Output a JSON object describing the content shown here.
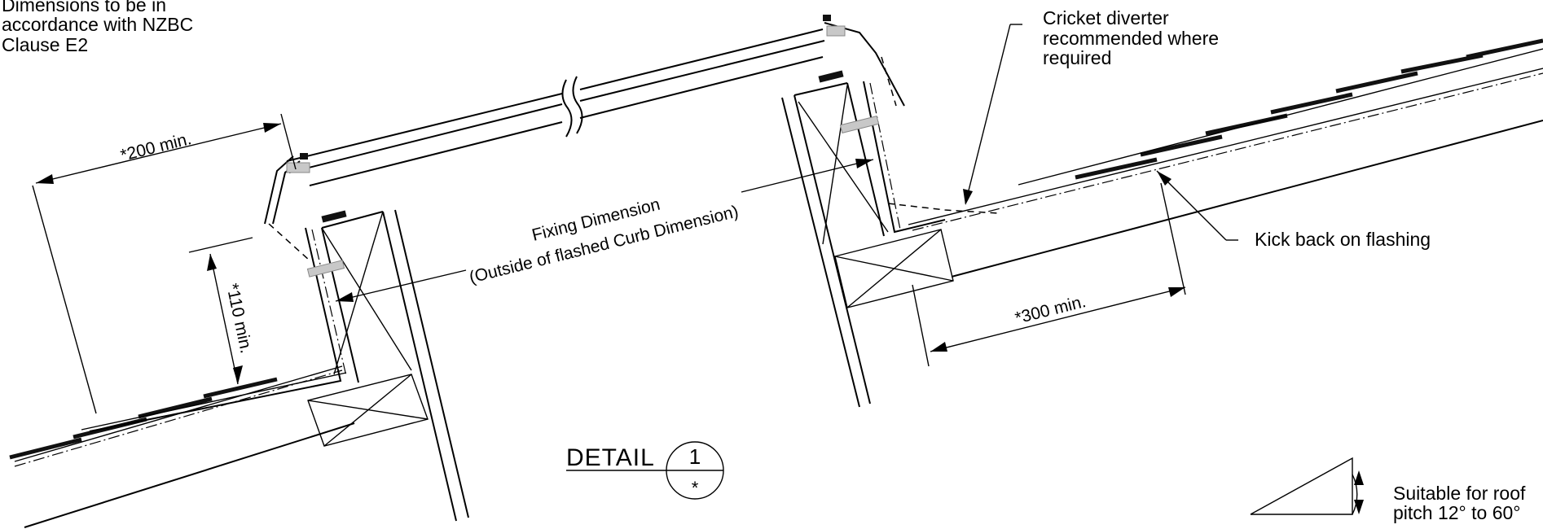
{
  "notes": {
    "dimension_note": [
      "Dimensions to be in",
      "accordance with NZBC",
      "Clause E2"
    ],
    "cricket": [
      "Cricket diverter",
      "recommended where",
      "required"
    ],
    "kickback": "Kick back on flashing",
    "fixing": [
      "Fixing Dimension",
      "(Outside of flashed Curb Dimension)"
    ],
    "pitch": [
      "Suitable for roof",
      "pitch 12° to 60°"
    ]
  },
  "dimensions": {
    "upstand_200": "*200 min.",
    "height_110": "*110 min.",
    "downstand_300": "*300 min."
  },
  "detail": {
    "label": "DETAIL",
    "number": "1",
    "sheet": "*"
  }
}
